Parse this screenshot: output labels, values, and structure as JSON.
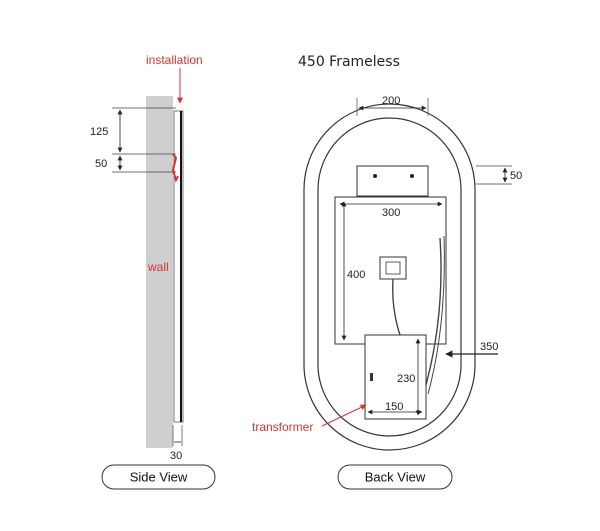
{
  "title": "450 Frameless",
  "side_view": {
    "label_installation": "installation",
    "label_wall": "wall",
    "dim_top": "125",
    "dim_bracket": "50",
    "dim_depth": "30",
    "button": "Side View"
  },
  "back_view": {
    "dim_bracket_width": "200",
    "dim_bracket_height": "50",
    "dim_inner_width": "300",
    "dim_inner_height": "400",
    "dim_transformer_height": "230",
    "dim_transformer_width": "150",
    "dim_border": "350",
    "label_transformer": "transformer",
    "button": "Back View"
  },
  "colors": {
    "accent_red": "#d8322e",
    "wall_gray": "#cfcfcf",
    "line": "#222222"
  }
}
